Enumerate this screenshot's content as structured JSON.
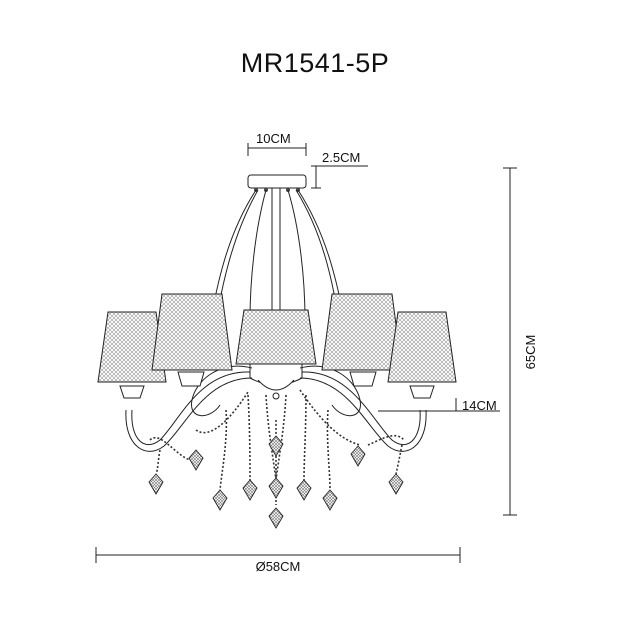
{
  "title": "MR1541-5P",
  "dimensions": {
    "canopy_width": "10CM",
    "canopy_height": "2.5CM",
    "total_height": "65CM",
    "arm_drop": "14CM",
    "diameter": "Ø58CM"
  },
  "colors": {
    "line": "#222222",
    "background": "#ffffff"
  }
}
